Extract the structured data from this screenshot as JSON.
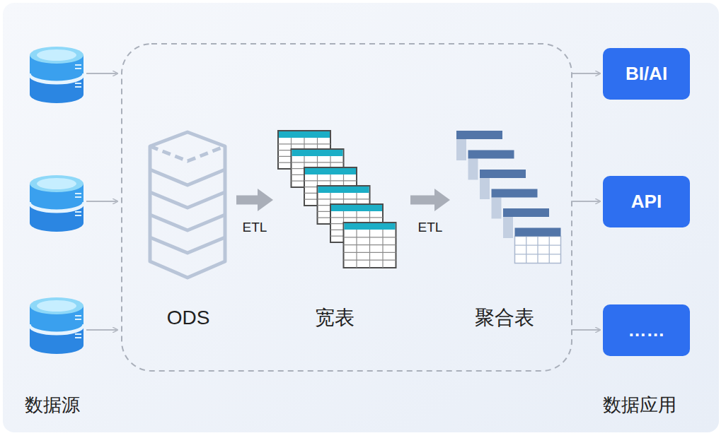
{
  "diagram": {
    "nodes": [
      {
        "text": [
          "ODS"
        ]
      },
      {
        "text": [
          "宽表"
        ]
      },
      {
        "text": [
          "聚合表"
        ]
      },
      {
        "text": [
          "BI/AI"
        ]
      },
      {
        "text": [
          "API"
        ]
      },
      {
        "text": [
          "……"
        ]
      }
    ],
    "edges": [
      {
        "from": 0,
        "to": 1,
        "arrow": "to",
        "label": "ETL"
      },
      {
        "from": 1,
        "to": 2,
        "arrow": "to",
        "label": "ETL"
      }
    ],
    "labels": [
      "数据源",
      "数据应用"
    ]
  }
}
